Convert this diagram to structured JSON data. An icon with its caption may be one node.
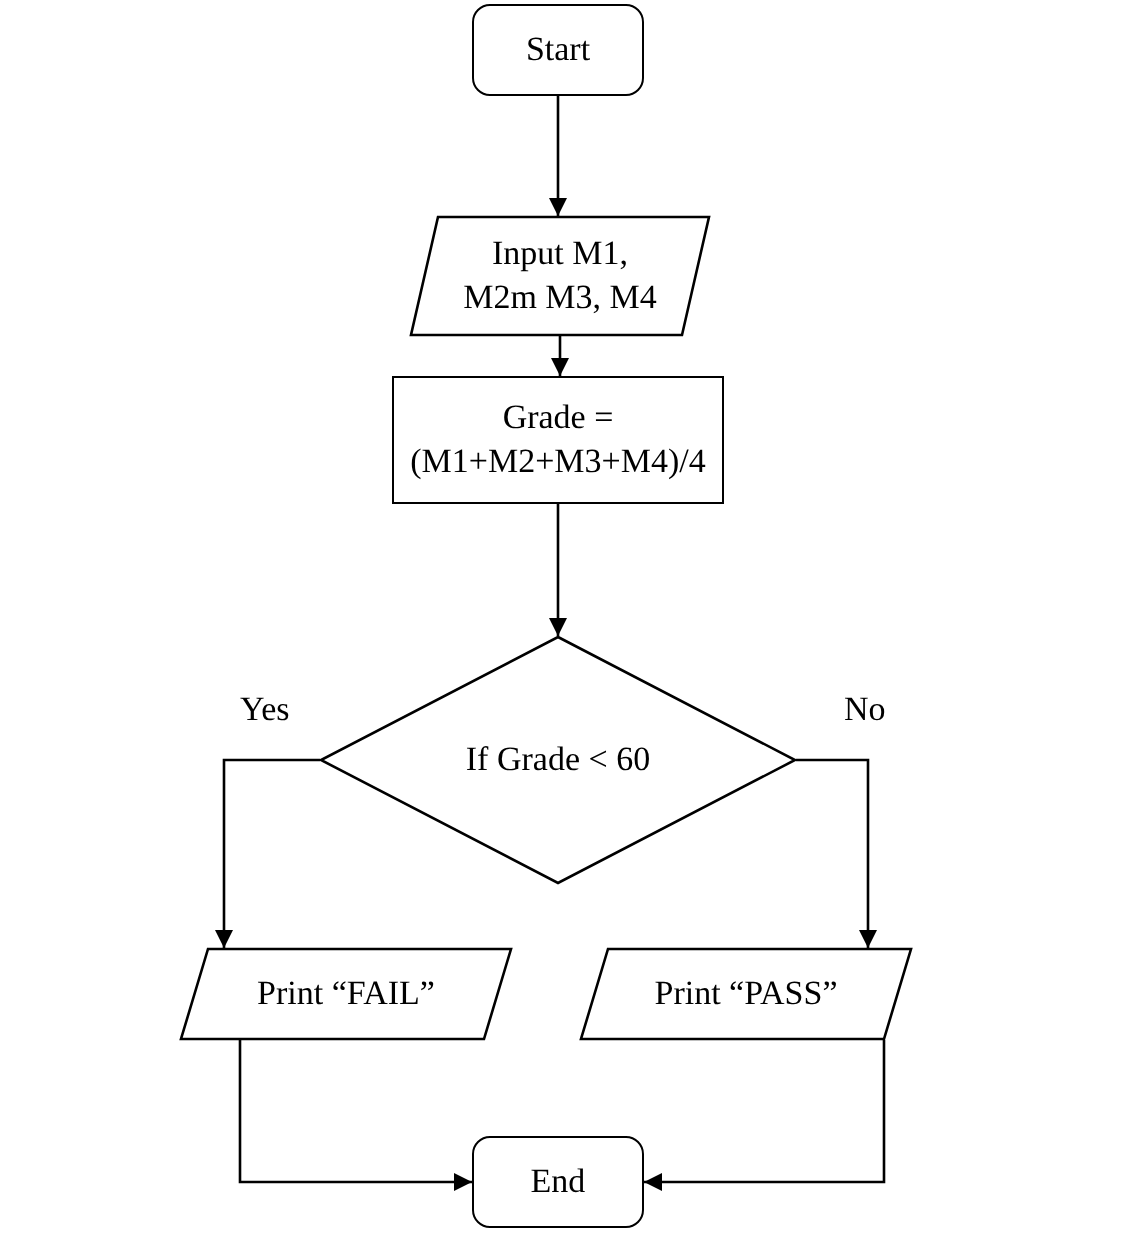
{
  "diagram": {
    "nodes": [
      {
        "text": [
          "Start"
        ]
      },
      {
        "text": [
          "Input M1, M2m M3, M4"
        ]
      },
      {
        "text": [
          "Grade = (M1+M2+M3+M4)/4"
        ]
      },
      {
        "text": [
          "If Grade < 60"
        ]
      },
      {
        "text": [
          "Print “FAIL”"
        ]
      },
      {
        "text": [
          "Print “PASS”"
        ]
      },
      {
        "text": [
          "End"
        ]
      }
    ],
    "edges": [
      {
        "from": 0,
        "to": 1,
        "arrow": "to"
      },
      {
        "from": 1,
        "to": 2,
        "arrow": "to"
      },
      {
        "from": 2,
        "to": 3,
        "arrow": "to"
      },
      {
        "from": 3,
        "to": 4,
        "arrow": "to",
        "label": "Yes"
      },
      {
        "from": 3,
        "to": 5,
        "arrow": "to",
        "label": "No"
      },
      {
        "from": 4,
        "to": 6,
        "arrow": "to"
      },
      {
        "from": 5,
        "to": 6,
        "arrow": "to"
      }
    ]
  }
}
